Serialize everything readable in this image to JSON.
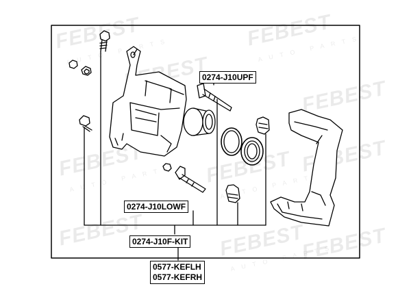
{
  "watermark": {
    "brand": "FEBEST",
    "sub": "AUTO PARTS"
  },
  "labels": {
    "upper_pin": "0274-J10UPF",
    "lower_pin": "0274-J10LOWF",
    "kit": "0274-J10F-KIT",
    "caliper_left": "0577-KEFLH",
    "caliper_right": "0577-KEFRH"
  },
  "colors": {
    "line": "#000000",
    "watermark": "#000000"
  }
}
